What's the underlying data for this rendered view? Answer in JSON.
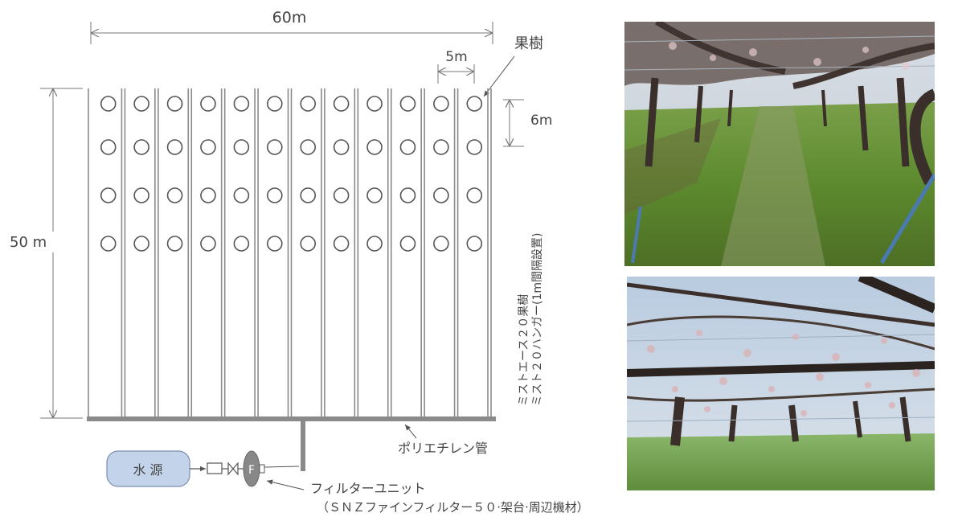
{
  "dimensions": {
    "width_label": "60m",
    "spacing_label": "5m",
    "row_spacing_label": "6m",
    "height_label": "50 m"
  },
  "labels": {
    "fruit_tree": "果樹",
    "polyethylene_pipe": "ポリエチレン管",
    "water_source": "水 源",
    "filter_letter": "F",
    "filter_unit": "フィルターユニット",
    "filter_unit_detail": "（ＳＮＺファインフィルター５０·架台·周辺機材）",
    "mist_line_1": "ミストエース２０果樹",
    "mist_line_2": "ミスト２０ハンガー(1m間隔設置)"
  },
  "layout_counts": {
    "columns": 12,
    "tree_rows": 4
  },
  "colors": {
    "pipe": "#8a8a8a",
    "tree_outline": "#555555",
    "water_source_fill": "#c3d3ea",
    "filter_fill": "#888888",
    "dimension_line": "#777777"
  }
}
